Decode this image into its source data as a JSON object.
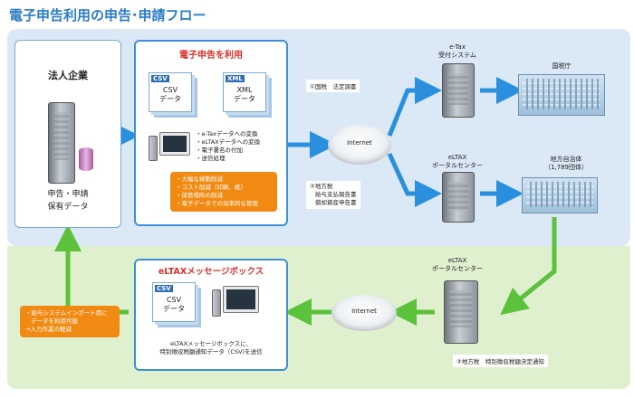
{
  "title": "電子申告利用の申告･申請フロー",
  "colors": {
    "accent_blue": "#3f8fd6",
    "orange": "#f08a12",
    "green_arrow": "#5cc13b",
    "blue_arrow": "#2a8fdc"
  },
  "corp": {
    "title": "法人企業",
    "caption_line1": "申告・申請",
    "caption_line2": "保有データ"
  },
  "use_box": {
    "heading": "電子申告を利用",
    "csv_tag": "CSV",
    "csv_line1": "CSV",
    "csv_line2": "データ",
    "xml_tag": "XML",
    "xml_line1": "XML",
    "xml_line2": "データ",
    "bullets": [
      "・e-Taxデータへの変換",
      "・eLTAXデータへの変換",
      "・電子署名の付加",
      "・送信処理"
    ],
    "benefits": [
      "・大幅な稼動削減",
      "・コスト削減（印刷、紙）",
      "・保管場所の削減",
      "・電子データでの効率的な管理"
    ]
  },
  "internet_top": "Internet",
  "internet_bottom": "Internet",
  "etax_system": {
    "line1": "e-Tax",
    "line2": "受付システム"
  },
  "eltax_center_top": {
    "line1": "eLTAX",
    "line2": "ポータルセンター"
  },
  "eltax_center_bottom": {
    "line1": "eLTAX",
    "line2": "ポータルセンター"
  },
  "nta": "国税庁",
  "local_gov": {
    "line1": "地方自治体",
    "line2": "（1,789団体）"
  },
  "label_national": "①国税　法定調書",
  "label_local": {
    "line1": "②地方税",
    "line2": "給与支払報告書",
    "line3": "償却資産申告書"
  },
  "label_notice": "③地方税　特別徴収税額決定通知",
  "msg_box": {
    "heading": "eLTAXメッセージボックス",
    "csv_tag": "CSV",
    "csv_line1": "CSV",
    "csv_line2": "データ",
    "caption_line1": "eLTAXメッセージボックスに、",
    "caption_line2": "特別徴収税額通知データ（CSV)を送信"
  },
  "payroll_note": [
    "・給与システムインポート用に",
    "データを利用可能",
    "→入力作業の軽減"
  ]
}
